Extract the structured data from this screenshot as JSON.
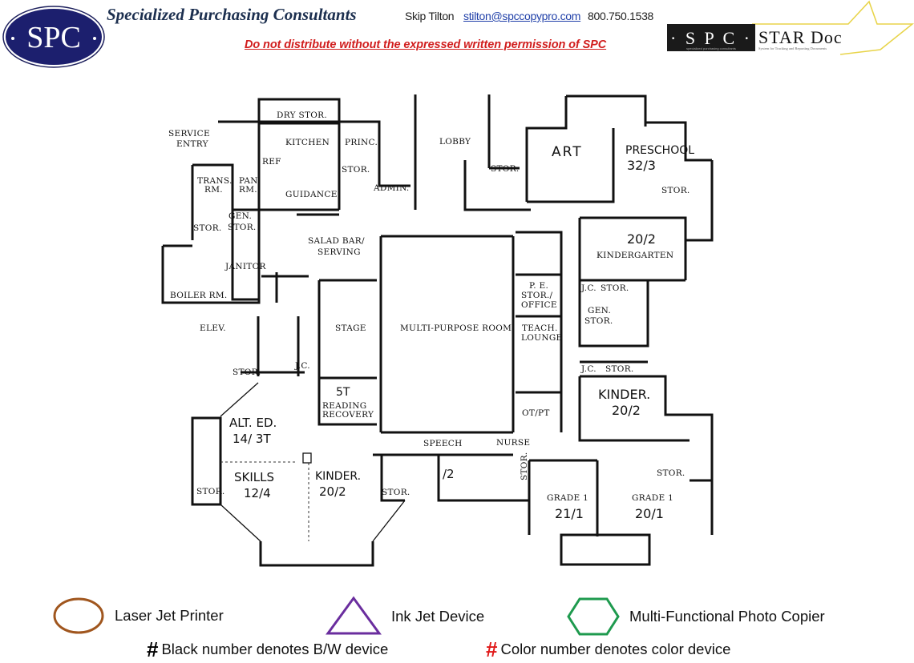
{
  "header": {
    "logo_text": "SPC",
    "company": "Specialized Purchasing Consultants",
    "contact_name": "Skip Tilton",
    "contact_email": "stilton@spccopypro.com",
    "contact_phone": "800.750.1538",
    "warning": "Do not distribute without the expressed written permission of SPC",
    "stardoc": {
      "badge": "· S P C ·",
      "badge_sub": "specialized purchasing consultants",
      "title": "STAR Doc",
      "subtitle": "System for Tracking and Reporting Documents"
    }
  },
  "floor_plan": {
    "rooms": {
      "dry_stor": "DRY STOR.",
      "service_entry_1": "SERVICE",
      "service_entry_2": "ENTRY",
      "kitchen": "KITCHEN",
      "ref": "REF",
      "princ": "PRINC.",
      "stor_admin": "STOR.",
      "admin": "ADMIN.",
      "lobby": "LOBBY",
      "stor_lobby": "STOR.",
      "trans_1": "TRANS.",
      "trans_2": "RM.",
      "pan_1": "PAN.",
      "pan_2": "RM.",
      "guidance": "GUIDANCE",
      "stor_west": "STOR.",
      "gen_stor_1": "GEN.",
      "gen_stor_2": "STOR.",
      "salad_1": "SALAD BAR/",
      "salad_2": "SERVING",
      "janitor": "JANITOR",
      "boiler": "BOILER RM.",
      "elev": "ELEV.",
      "stage": "STAGE",
      "multi_purpose": "MULTI-PURPOSE ROOM",
      "stor_sw": "STOR.",
      "jc_sw": "J.C.",
      "reading_1": "READING",
      "reading_2": "RECOVERY",
      "pe_1": "P. E.",
      "pe_2": "STOR./",
      "pe_3": "OFFICE",
      "teach_1": "TEACH.",
      "teach_2": "LOUNGE",
      "otpt": "OT/PT",
      "speech": "SPEECH",
      "nurse": "NURSE",
      "stor_nurse": "STOR.",
      "stor_skills": "STOR.",
      "stor_kinder_s": "STOR.",
      "art": "ART",
      "preschool": "PRESCHOOL",
      "preschool_count": "32/3",
      "stor_preschool": "STOR.",
      "kindergarten": "KINDERGARTEN",
      "kindergarten_count": "20/2",
      "jc_e1": "J.C.",
      "stor_e1": "STOR.",
      "gen_stor_e_1": "GEN.",
      "gen_stor_e_2": "STOR.",
      "jc_e2": "J.C.",
      "stor_e2": "STOR.",
      "kinder_e": "KINDER.",
      "kinder_e_count": "20/2",
      "stor_e3": "STOR.",
      "grade1_a": "GRADE 1",
      "grade1_a_count": "21/1",
      "grade1_b": "GRADE 1",
      "grade1_b_count": "20/1",
      "alt_ed": "ALT. ED.",
      "alt_ed_count": "14/ 3T",
      "skills": "SKILLS",
      "skills_count": "12/4",
      "kinder_s": "KINDER.",
      "kinder_s_count": "20/2",
      "reading_count": "5T",
      "speech_count": "/2"
    }
  },
  "legend": {
    "laser": {
      "label": "Laser Jet Printer",
      "color": "#a0561e",
      "icon": "circle-icon"
    },
    "ink": {
      "label": "Ink Jet Device",
      "color": "#6a2d9e",
      "icon": "triangle-icon"
    },
    "mfp": {
      "label": "Multi-Functional Photo Copier",
      "color": "#1e9a4e",
      "icon": "hexagon-icon"
    },
    "bw": {
      "symbol": "#",
      "label": "Black number denotes B/W device",
      "color": "#000000"
    },
    "color_dev": {
      "symbol": "#",
      "label": "Color number denotes color device",
      "color": "#e01818"
    }
  }
}
